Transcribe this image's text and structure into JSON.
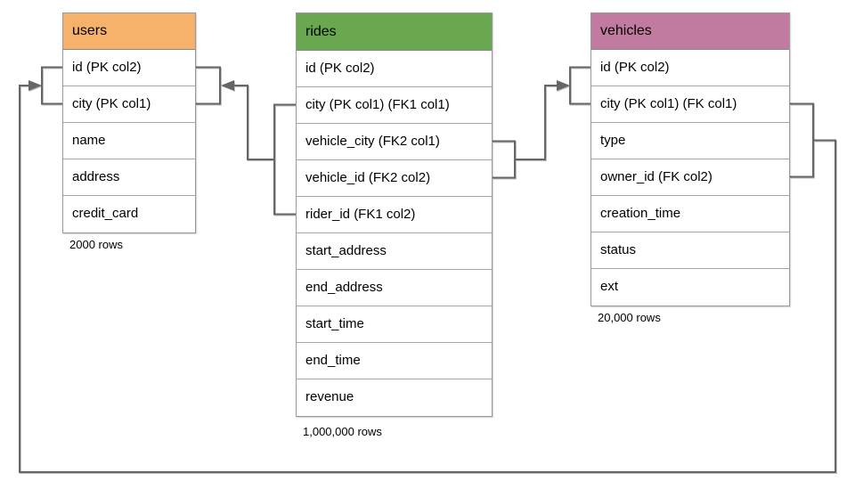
{
  "theme": {
    "line_color": "#666666",
    "border_color": "#999999",
    "canvas_bg": "#ffffff",
    "text_color": "#000000"
  },
  "diagram": {
    "tables": [
      {
        "name": "users",
        "header_color": "#F6B26B",
        "columns": [
          "id (PK col2)",
          "city (PK col1)",
          "name",
          "address",
          "credit_card"
        ],
        "row_count": "2000 rows"
      },
      {
        "name": "rides",
        "header_color": "#6AA84F",
        "columns": [
          "id (PK col2)",
          "city (PK col1) (FK1 col1)",
          "vehicle_city (FK2 col1)",
          "vehicle_id (FK2 col2)",
          "rider_id (FK1 col2)",
          "start_address",
          "end_address",
          "start_time",
          "end_time",
          "revenue"
        ],
        "row_count": "1,000,000 rows"
      },
      {
        "name": "vehicles",
        "header_color": "#C27BA0",
        "columns": [
          "id (PK col2)",
          "city (PK col1) (FK col1)",
          "type",
          "owner_id (FK col2)",
          "creation_time",
          "status",
          "ext"
        ],
        "row_count": "20,000 rows"
      }
    ],
    "relationships": [
      {
        "from_table": "rides",
        "from_columns": [
          "city",
          "rider_id"
        ],
        "to_table": "users",
        "to_columns": [
          "id",
          "city"
        ]
      },
      {
        "from_table": "rides",
        "from_columns": [
          "vehicle_city",
          "vehicle_id"
        ],
        "to_table": "vehicles",
        "to_columns": [
          "id",
          "city"
        ]
      },
      {
        "from_table": "vehicles",
        "from_columns": [
          "city",
          "owner_id"
        ],
        "to_table": "users",
        "to_columns": [
          "id",
          "city"
        ]
      }
    ]
  }
}
